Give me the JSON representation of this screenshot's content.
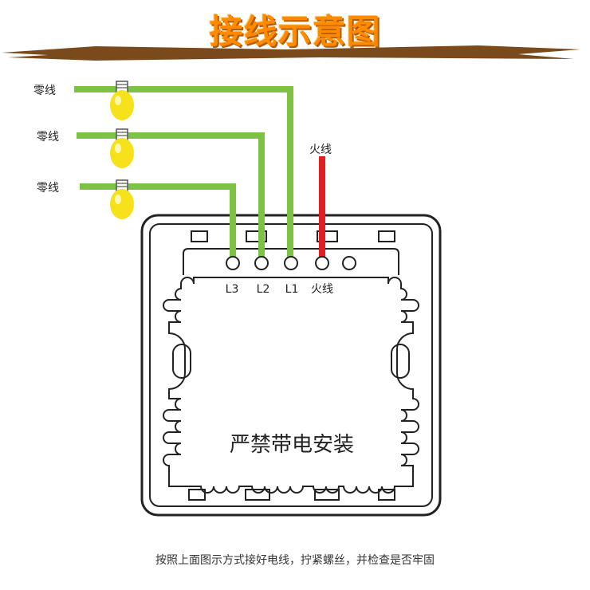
{
  "title": "接线示意图",
  "wire_labels": {
    "neutral_1": "零线",
    "neutral_2": "零线",
    "neutral_3": "零线",
    "live_top": "火线"
  },
  "terminal_labels": [
    "L3",
    "L2",
    "L1",
    "火线"
  ],
  "warning": "严禁带电安装",
  "instruction": "按照上面图示方式接好电线，拧紧螺丝，并检查是否牢固",
  "colors": {
    "title": "#ff8a00",
    "neutral_wire": "#7dc242",
    "live_wire": "#e02020",
    "bulb": "#f7e11a",
    "banner": "#7a4a1c",
    "outline": "#222222"
  }
}
